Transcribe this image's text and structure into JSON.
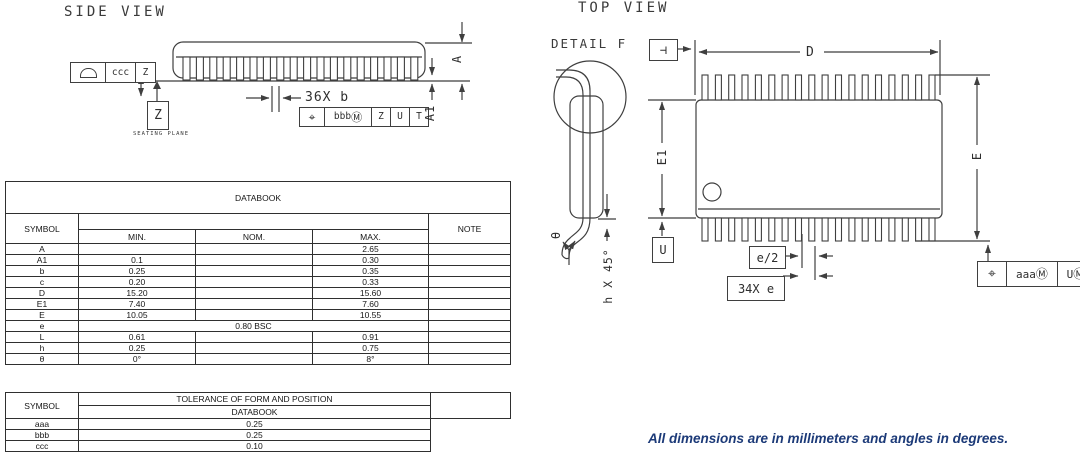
{
  "titles": {
    "side_view": "SIDE VIEW",
    "top_view": "TOP VIEW",
    "detail": "DETAIL F"
  },
  "note": "All dimensions are in millimeters and angles in degrees.",
  "side_view": {
    "fcf_ccc": {
      "tolerance": "ccc",
      "datum": "Z"
    },
    "seating_datum": "Z",
    "seating_label": "SEATING PLANE",
    "lead_dim": "36X b",
    "fcf_bbb": {
      "symbol": "⌖",
      "tolerance": "bbb",
      "modifier": "Ⓜ",
      "datum1": "Z",
      "datum2": "U",
      "datum3": "T"
    },
    "dim_a": "A",
    "dim_a1": "A1"
  },
  "top_view": {
    "datum_t": "⊣",
    "dim_d": "D",
    "dim_e1": "E1",
    "dim_e": "E",
    "datum_u": "U",
    "half_pitch": "e/2",
    "pitch_dim": "34X e",
    "fcf_aaa": {
      "symbol": "⌖",
      "tolerance": "aaa",
      "modifier1": "Ⓜ",
      "datum": "U",
      "modifier2": "Ⓜ"
    }
  },
  "detail": {
    "angle": "θ",
    "chamfer": "h X 45°"
  },
  "databook": {
    "title": "DATABOOK",
    "col_symbol": "SYMBOL",
    "col_min": "MIN.",
    "col_nom": "NOM.",
    "col_max": "MAX.",
    "col_note": "NOTE",
    "rows": [
      {
        "symbol": "A",
        "min": "",
        "nom": "",
        "max": "2.65",
        "note": ""
      },
      {
        "symbol": "A1",
        "min": "0.1",
        "nom": "",
        "max": "0.30",
        "note": ""
      },
      {
        "symbol": "b",
        "min": "0.25",
        "nom": "",
        "max": "0.35",
        "note": ""
      },
      {
        "symbol": "c",
        "min": "0.20",
        "nom": "",
        "max": "0.33",
        "note": ""
      },
      {
        "symbol": "D",
        "min": "15.20",
        "nom": "",
        "max": "15.60",
        "note": ""
      },
      {
        "symbol": "E1",
        "min": "7.40",
        "nom": "",
        "max": "7.60",
        "note": ""
      },
      {
        "symbol": "E",
        "min": "10.05",
        "nom": "",
        "max": "10.55",
        "note": ""
      },
      {
        "symbol": "e",
        "bsc": "0.80 BSC",
        "note": ""
      },
      {
        "symbol": "L",
        "min": "0.61",
        "nom": "",
        "max": "0.91",
        "note": ""
      },
      {
        "symbol": "h",
        "min": "0.25",
        "nom": "",
        "max": "0.75",
        "note": ""
      },
      {
        "symbol": "θ",
        "min": "0°",
        "nom": "",
        "max": "8°",
        "note": ""
      }
    ]
  },
  "tolerance": {
    "col_symbol": "SYMBOL",
    "header_line1": "TOLERANCE OF FORM AND POSITION",
    "header_line2": "DATABOOK",
    "rows": [
      {
        "symbol": "aaa",
        "value": "0.25"
      },
      {
        "symbol": "bbb",
        "value": "0.25"
      },
      {
        "symbol": "ccc",
        "value": "0.10"
      }
    ]
  }
}
